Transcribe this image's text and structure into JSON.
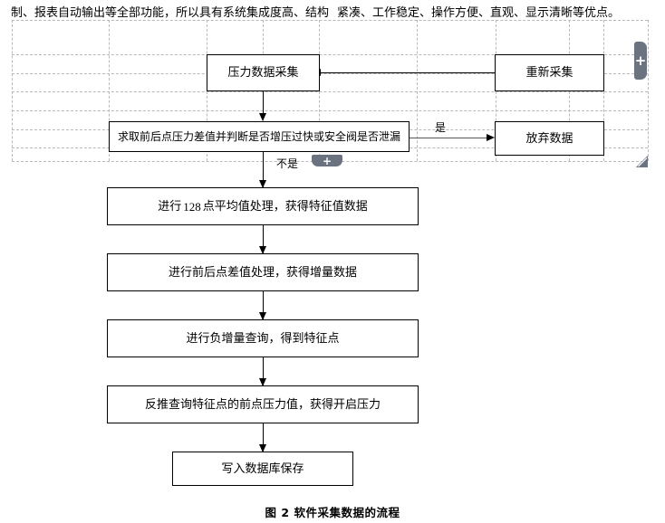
{
  "document": {
    "paragraph_left": "制、报表自动输出等全部功能，所以具有系统集成度高、结构",
    "paragraph_right": "紧凑、工作稳定、操作方便、直观、显示清晰等优点。",
    "caption": "图 2 软件采集数据的流程"
  },
  "flowchart": {
    "type": "flowchart",
    "nodes": [
      {
        "id": "acquire",
        "label": "压力数据采集"
      },
      {
        "id": "re-acquire",
        "label": "重新采集"
      },
      {
        "id": "judge",
        "label": "求取前后点压力差值并判断是否增压过快或安全阀是否泄漏"
      },
      {
        "id": "discard",
        "label": "放弃数据"
      },
      {
        "id": "average",
        "label_pre": "进行",
        "label_num": "128",
        "label_post": "点平均值处理，获得特征值数据"
      },
      {
        "id": "difference",
        "label": "进行前后点差值处理，获得增量数据"
      },
      {
        "id": "negative",
        "label": "进行负增量查询，得到特征点"
      },
      {
        "id": "backtrack",
        "label": "反推查询特征点的前点压力值，获得开启压力"
      },
      {
        "id": "save",
        "label": "写入数据库保存"
      }
    ],
    "edge_labels": {
      "yes": "是",
      "no": "不是"
    }
  },
  "widgets": {
    "side_add_tab": "+",
    "inline_add_tab": "+",
    "resize_handle": "resize-handle-icon"
  },
  "colors": {
    "grid_line": "#b9b9b9",
    "box_border": "#000000",
    "widget_bg": "#6b7280",
    "connector": "#000000",
    "connector_gray": "#555555"
  }
}
